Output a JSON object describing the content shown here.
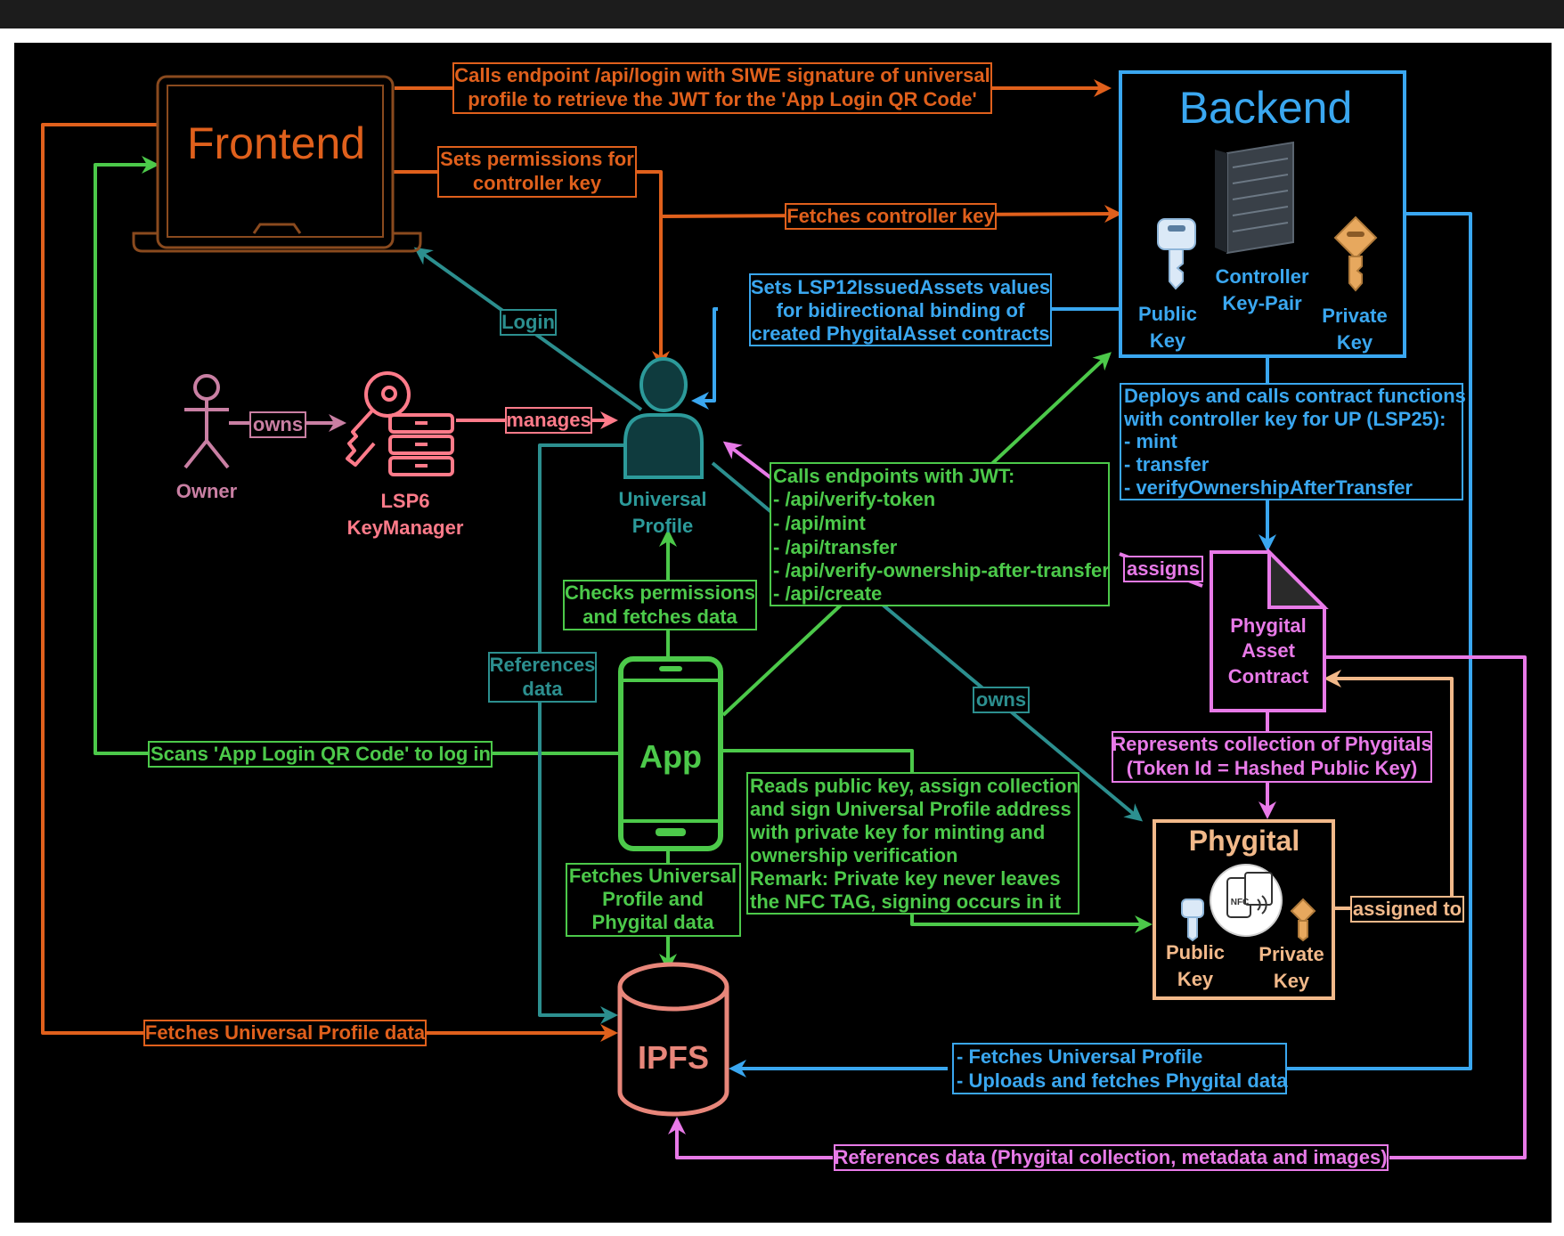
{
  "colors": {
    "orange": "#e0601c",
    "blue": "#3aa7f0",
    "green": "#4cc94a",
    "teal": "#2c8f8f",
    "pink": "#ff7b8a",
    "mauve": "#c97fa3",
    "magenta": "#e87ae8",
    "peach": "#f2b98a",
    "salmon": "#e8867a"
  },
  "nodes": {
    "frontend": "Frontend",
    "backend": "Backend",
    "backend_public_key": [
      "Public",
      "Key"
    ],
    "backend_controller_key_pair": [
      "Controller",
      "Key-Pair"
    ],
    "backend_private_key": [
      "Private",
      "Key"
    ],
    "owner": "Owner",
    "key_manager": [
      "LSP6",
      "KeyManager"
    ],
    "universal_profile": [
      "Universal",
      "Profile"
    ],
    "app": "App",
    "ipfs": "IPFS",
    "phygital_asset_contract": [
      "Phygital",
      "Asset",
      "Contract"
    ],
    "phygital": "Phygital",
    "phygital_nfc": "NFC",
    "phygital_public_key": [
      "Public",
      "Key"
    ],
    "phygital_private_key": [
      "Private",
      "Key"
    ]
  },
  "edges": {
    "frontend_to_backend_login": [
      "Calls endpoint /api/login with SIWE signature of universal",
      "profile to retrieve the JWT for the 'App Login QR Code'"
    ],
    "sets_permissions": [
      "Sets permissions for",
      "controller key"
    ],
    "fetches_controller_key": "Fetches controller key",
    "login": "Login",
    "sets_lsp12": [
      "Sets LSP12IssuedAssets values",
      "for bidirectional binding of",
      "created PhygitalAsset contracts"
    ],
    "owns_key_manager": "owns",
    "manages": "manages",
    "calls_endpoints": [
      "Calls endpoints with JWT:",
      "- /api/verify-token",
      "- /api/mint",
      "- /api/transfer",
      "- /api/verify-ownership-after-transfer",
      "- /api/create"
    ],
    "deploys": [
      "Deploys and calls contract functions",
      "with controller key for UP (LSP25):",
      "- mint",
      "- transfer",
      "- verifyOwnershipAfterTransfer"
    ],
    "assigns": "assigns",
    "checks_permissions": [
      "Checks permissions",
      "and fetches data"
    ],
    "references_data_up": [
      "References",
      "data"
    ],
    "owns_phygital": "owns",
    "scans_qr": "Scans 'App Login QR Code' to log in",
    "represents_collection": [
      "Represents collection of Phygitals",
      "(Token Id = Hashed Public Key)"
    ],
    "reads_public_key": [
      "Reads public key, assign collection",
      "and sign Universal Profile address",
      "with private key for minting and",
      "ownership verification",
      "Remark: Private key never leaves",
      "the NFC TAG, signing occurs in it"
    ],
    "fetches_up_and_phygital": [
      "Fetches Universal",
      "Profile and",
      "Phygital data"
    ],
    "assigned_to": "assigned to",
    "frontend_fetches_up": "Fetches Universal Profile data",
    "backend_ipfs": [
      "- Fetches Universal Profile",
      "- Uploads and fetches Phygital data"
    ],
    "references_collection": "References data (Phygital collection, metadata and images)"
  }
}
